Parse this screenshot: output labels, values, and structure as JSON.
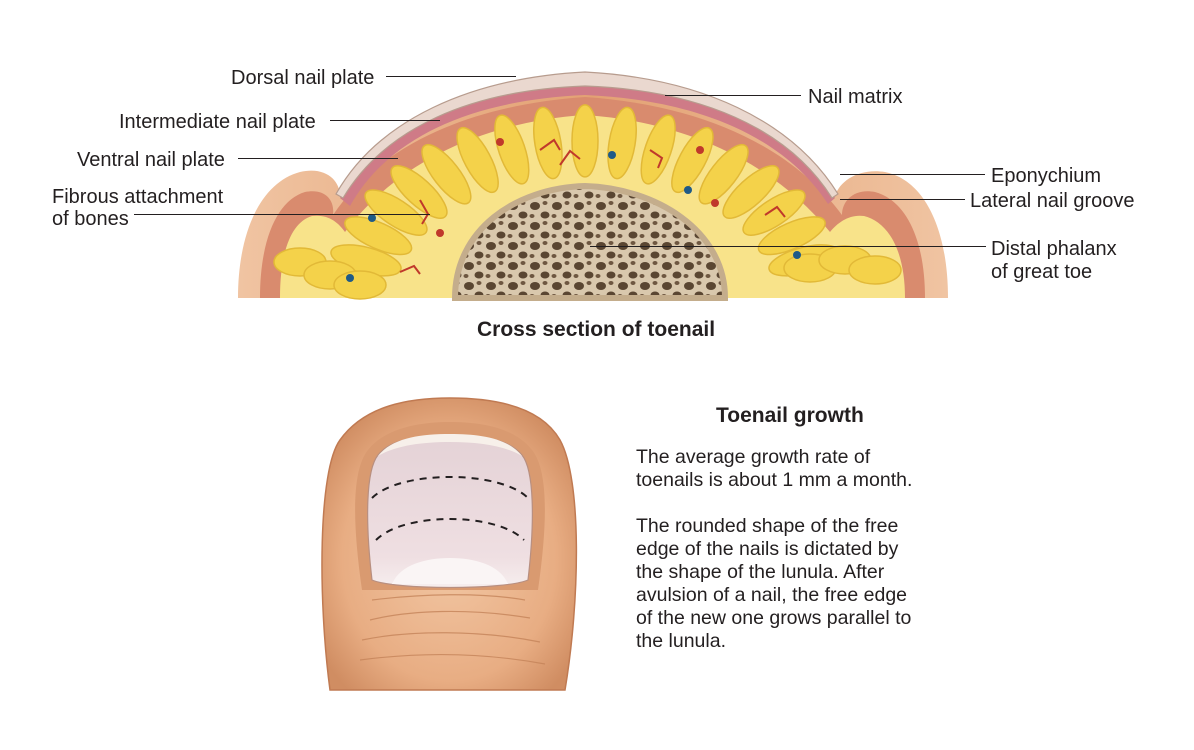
{
  "cross_section": {
    "caption": "Cross section of toenail",
    "labels": {
      "dorsal": "Dorsal nail plate",
      "intermediate": "Intermediate nail plate",
      "ventral": "Ventral nail plate",
      "fibrous_1": "Fibrous attachment",
      "fibrous_2": "of bones",
      "matrix": "Nail matrix",
      "eponychium": "Eponychium",
      "lateral_groove": "Lateral nail groove",
      "phalanx_1": "Distal phalanx",
      "phalanx_2": "of great toe"
    }
  },
  "growth": {
    "heading": "Toenail growth",
    "paragraph_1": [
      "The average growth rate of",
      "toenails is about 1 mm a month."
    ],
    "paragraph_2": [
      "The rounded shape of the free",
      "edge of the nails is dictated by",
      "the shape of the lunula. After",
      "avulsion of a nail, the free edge",
      "of the new one grows parallel to",
      "the lunula."
    ]
  },
  "colors": {
    "skin": "#e8a77c",
    "skin_edge": "#c9825a",
    "fat": "#f6dc6a",
    "fat_light": "#fbeeb0",
    "nail": "#ead8cf",
    "matrix": "#cf7b87",
    "bone": "#b59b7d",
    "vessel_red": "#c0392b",
    "vessel_blue": "#1f5a87"
  }
}
